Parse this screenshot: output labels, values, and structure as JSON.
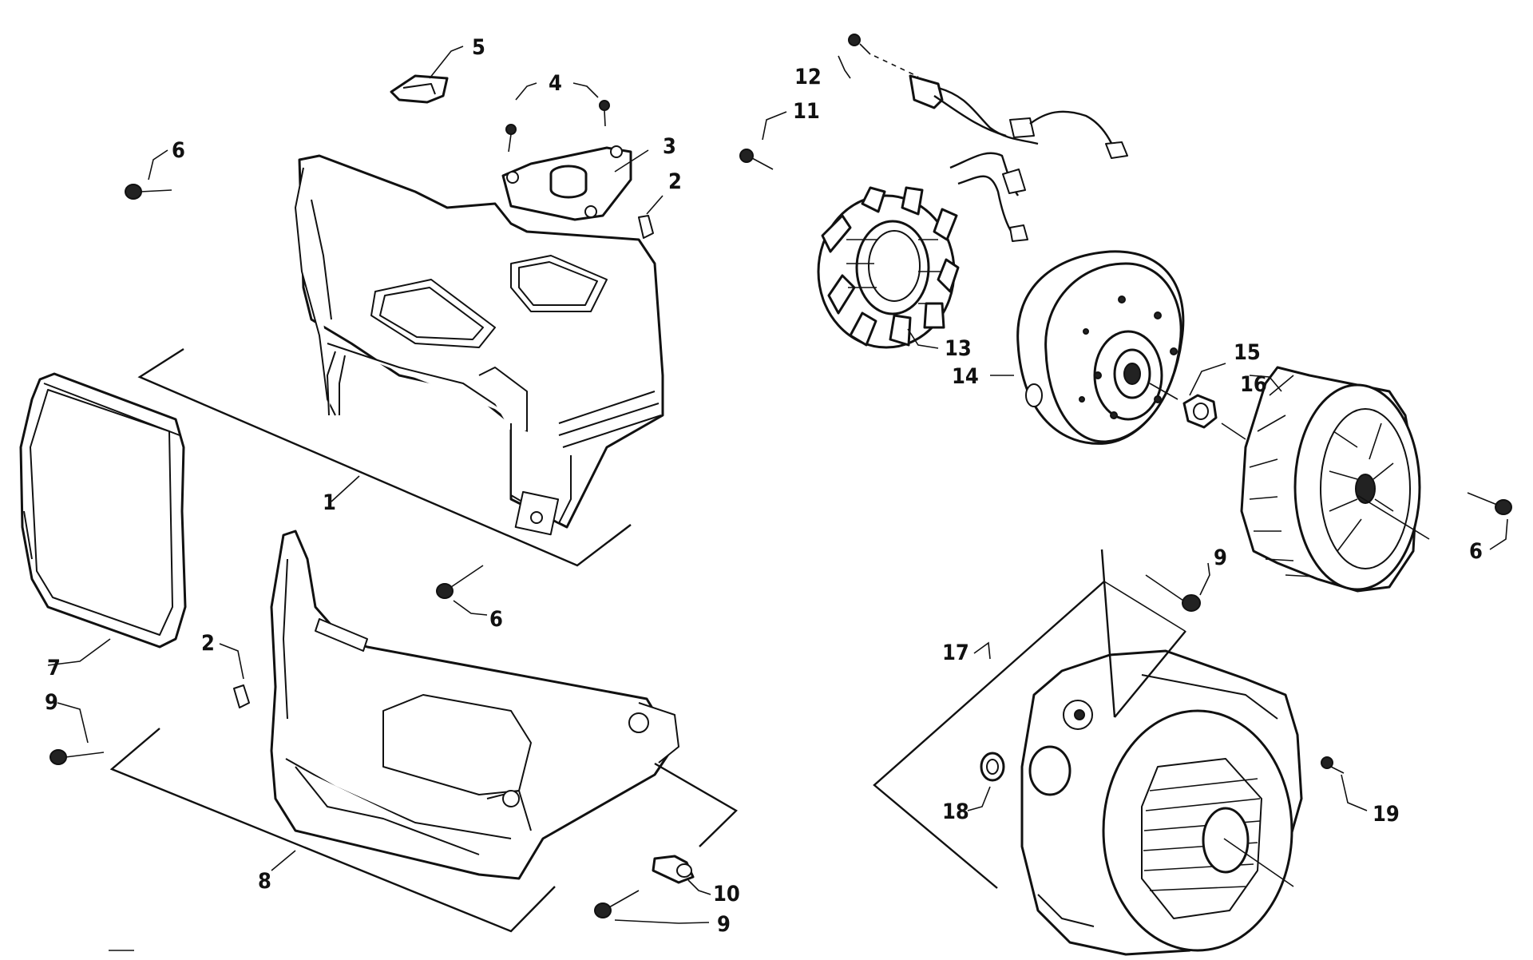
{
  "callouts": {
    "c1": "1",
    "c2a": "2",
    "c2b": "2",
    "c3": "3",
    "c4": "4",
    "c5": "5",
    "c6a": "6",
    "c6b": "6",
    "c6c": "6",
    "c7": "7",
    "c8": "8",
    "c9a": "9",
    "c9b": "9",
    "c9c": "9",
    "c10": "10",
    "c11": "11",
    "c12": "12",
    "c13": "13",
    "c14": "14",
    "c15": "15",
    "c16": "16",
    "c17": "17",
    "c18": "18",
    "c19": "19"
  }
}
